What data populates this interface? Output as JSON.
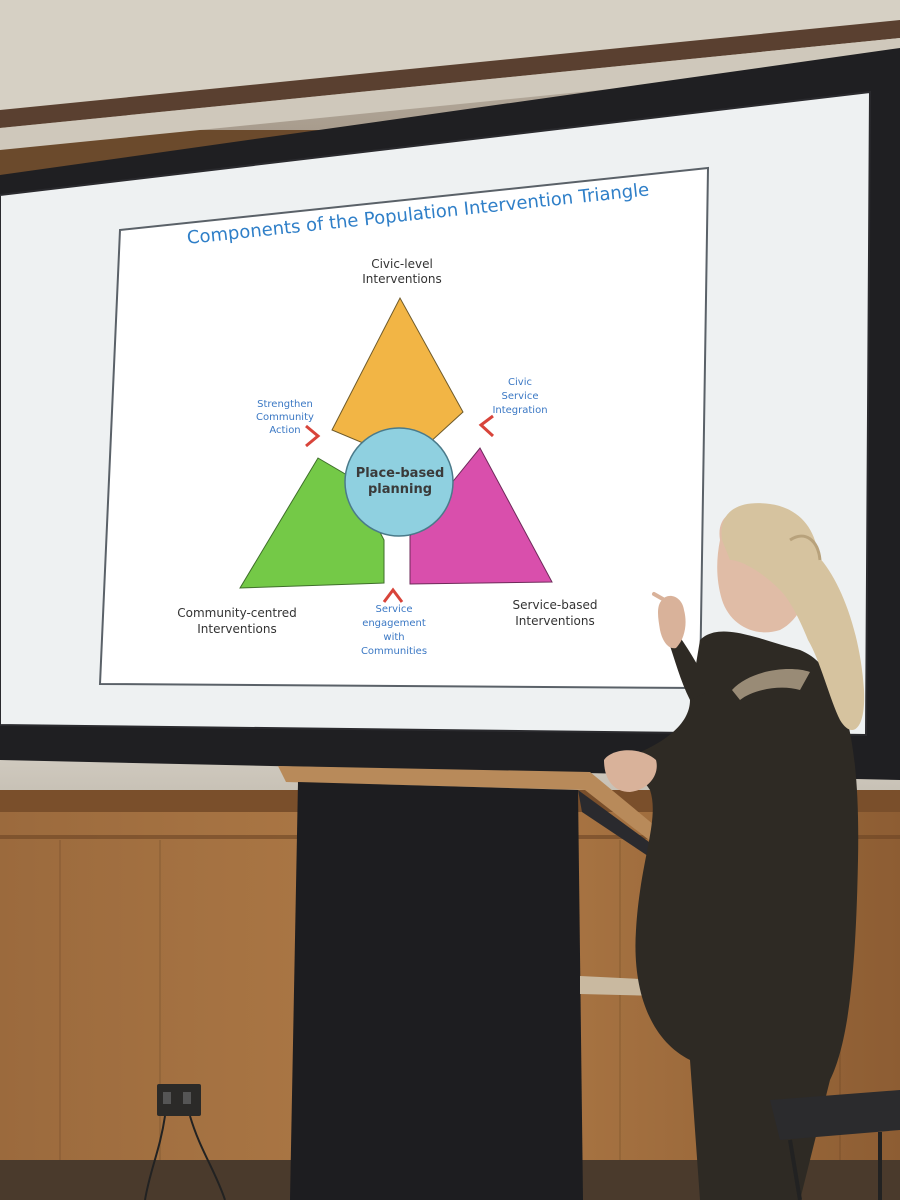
{
  "slide": {
    "title": "Components of the Population Intervention Triangle",
    "center_label": [
      "Place-based",
      "planning"
    ],
    "corners": {
      "top": [
        "Civic-level",
        "Interventions"
      ],
      "bottom_left": [
        "Community-centred",
        "Interventions"
      ],
      "bottom_right": [
        "Service-based",
        "Interventions"
      ]
    },
    "links": {
      "left": [
        "Strengthen",
        "Community",
        "Action"
      ],
      "right": [
        "Civic",
        "Service",
        "Integration"
      ],
      "bottom": [
        "Service",
        "engagement",
        "with",
        "Communities"
      ]
    },
    "colors": {
      "title_blue": "#2f7fc8",
      "link_blue": "#3b78c4",
      "top_triangle": "#f2b545",
      "left_triangle": "#74c947",
      "right_triangle": "#d94fac",
      "center_circle": "#8fd0e0",
      "chevron": "#d8443a"
    }
  },
  "scene": {
    "description_icons": [
      "projector-screen",
      "lectern",
      "presenter",
      "wall-socket"
    ]
  }
}
